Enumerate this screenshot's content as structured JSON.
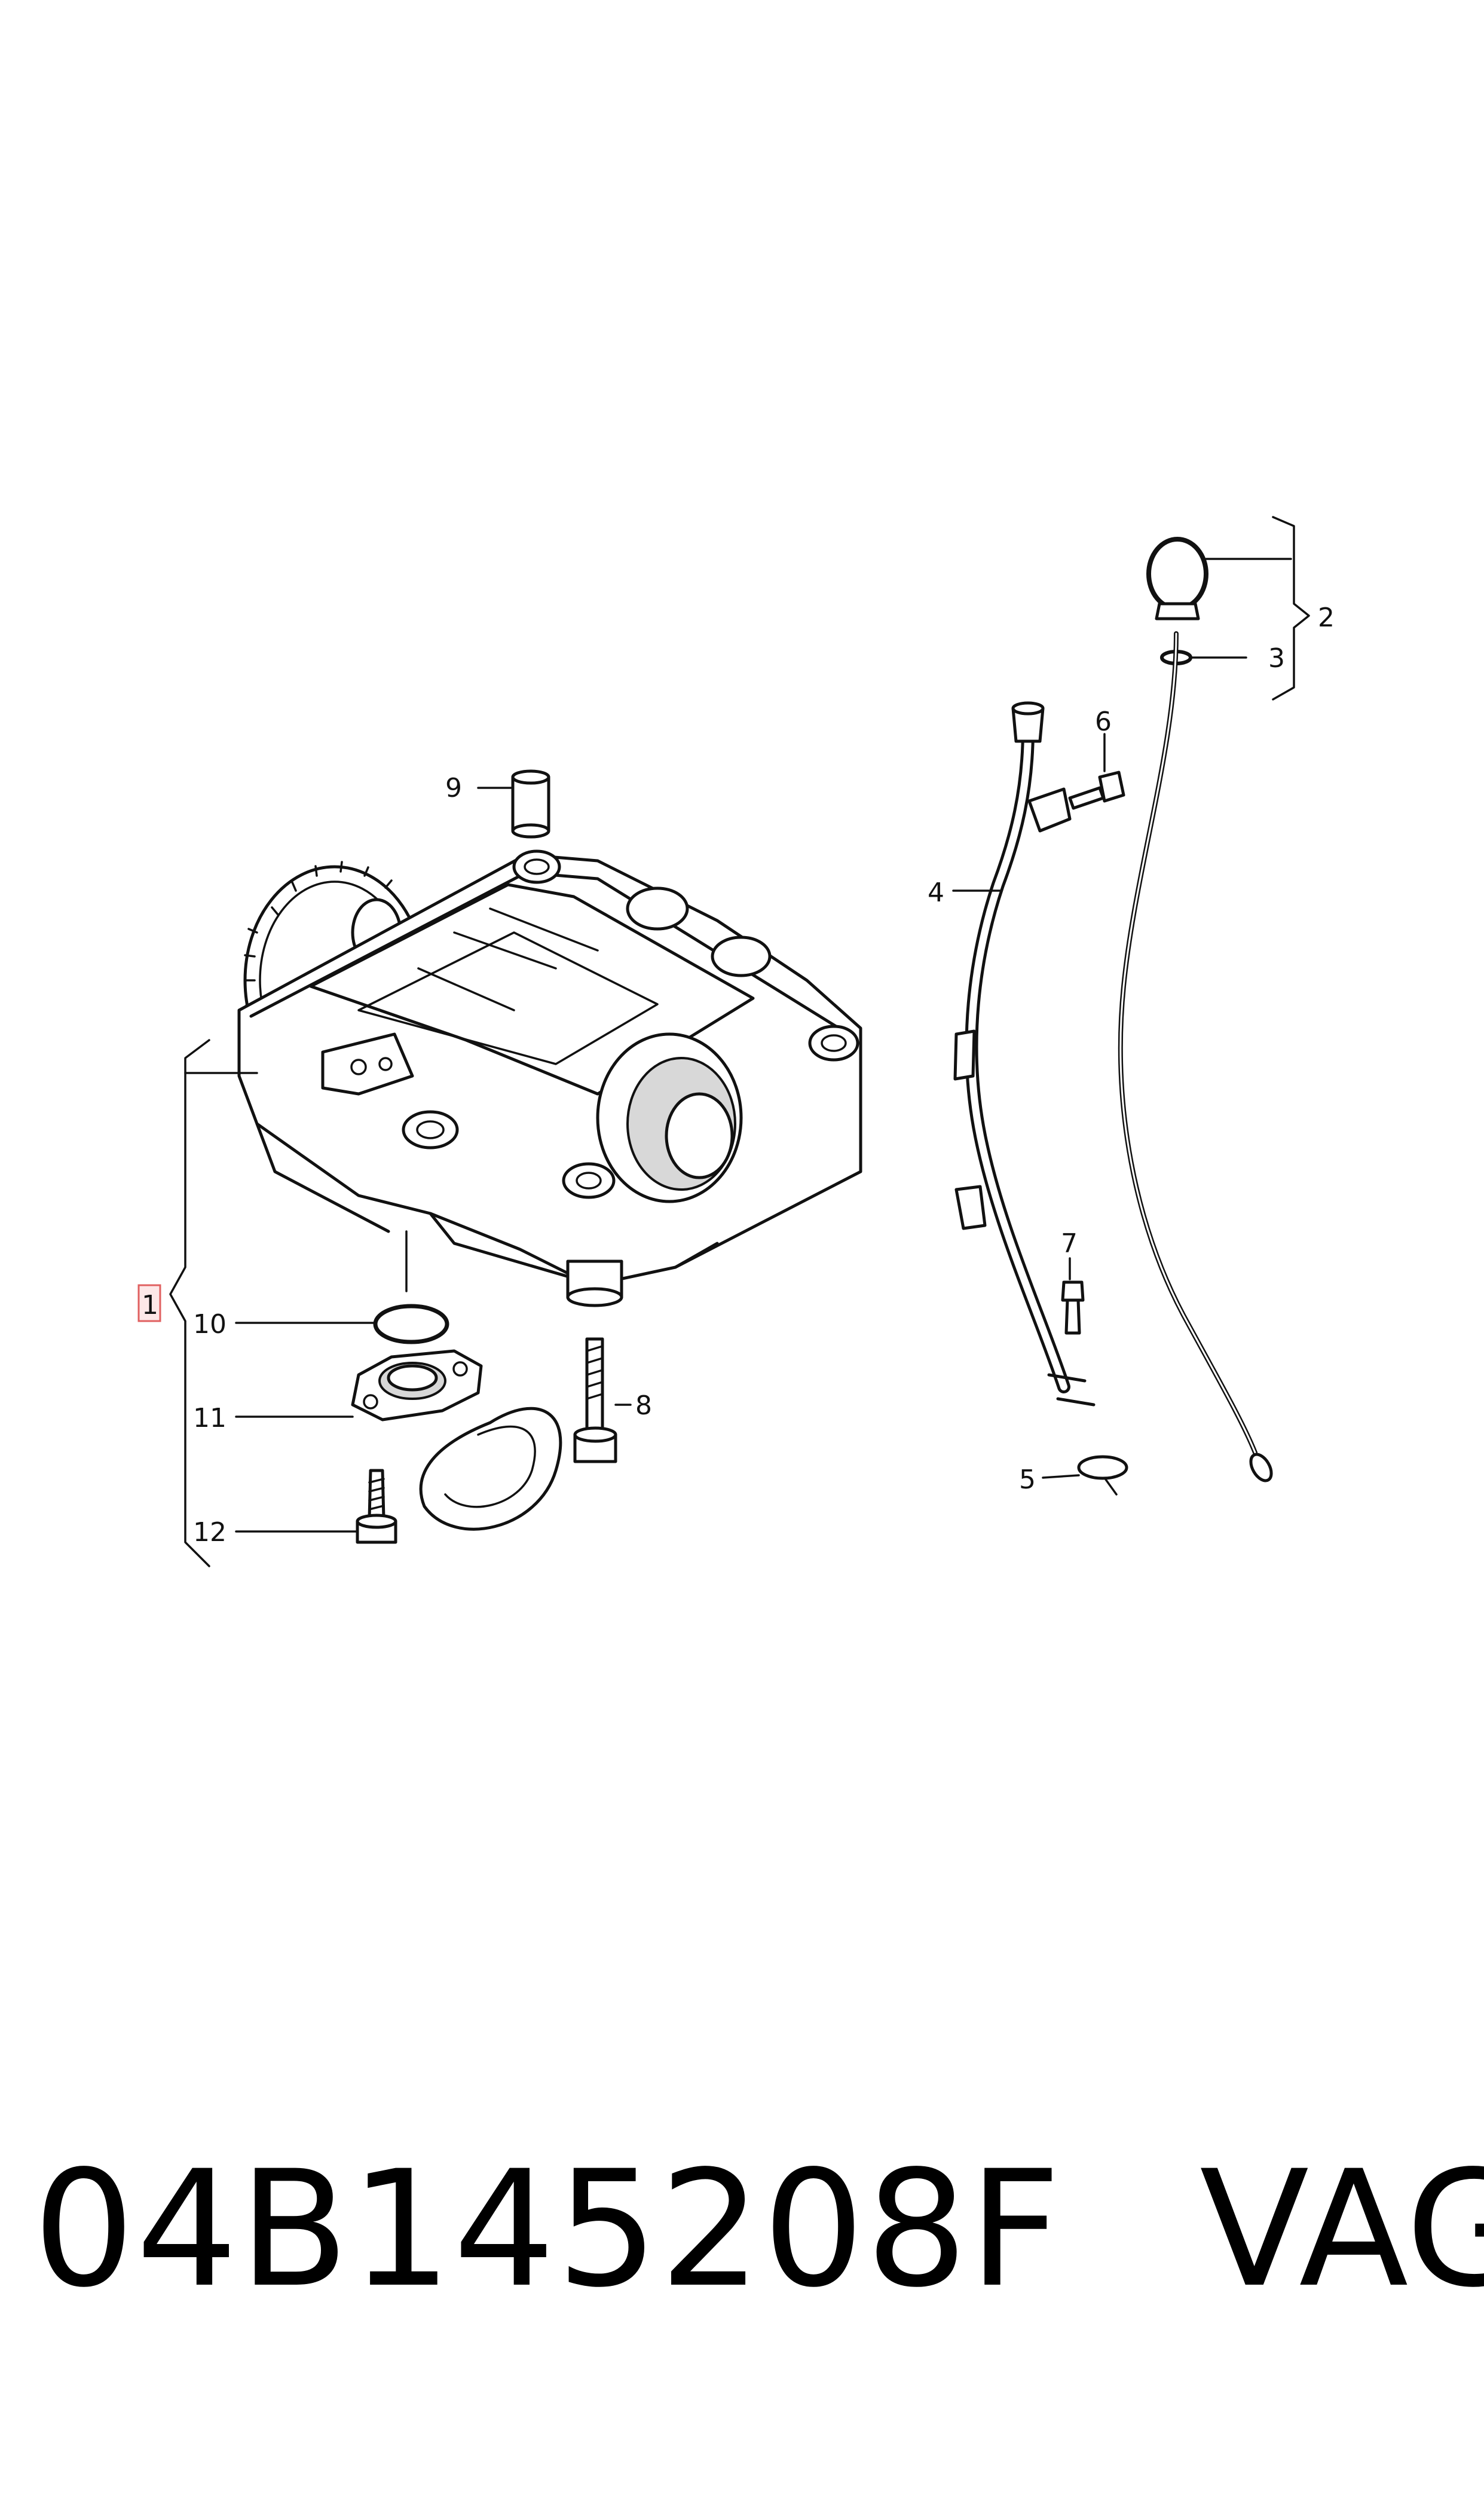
{
  "callouts": {
    "c1": "1",
    "c2": "2",
    "c3": "3",
    "c4": "4",
    "c5": "5",
    "c6": "6",
    "c7": "7",
    "c8": "8",
    "c9": "9",
    "c10": "10",
    "c11": "11",
    "c12": "12"
  },
  "footer": {
    "part_number": "04B145208F",
    "brand": "VAG"
  },
  "colors": {
    "line": "#111111",
    "highlight_fill": "#fde8e8",
    "highlight_border": "#e06060"
  }
}
